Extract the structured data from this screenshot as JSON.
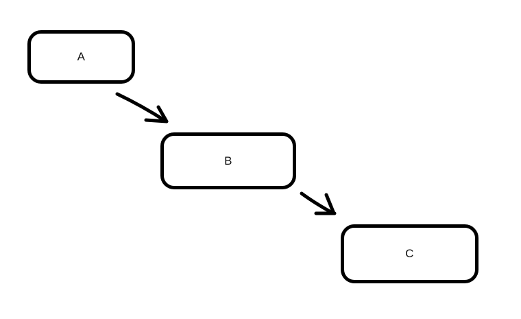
{
  "diagram": {
    "background_color": "#ffffff",
    "stroke_color": "#000000",
    "nodes": [
      {
        "id": "A",
        "label": "A"
      },
      {
        "id": "B",
        "label": "B"
      },
      {
        "id": "C",
        "label": "C"
      }
    ],
    "edges": [
      {
        "from": "A",
        "to": "B"
      },
      {
        "from": "B",
        "to": "C"
      }
    ]
  }
}
